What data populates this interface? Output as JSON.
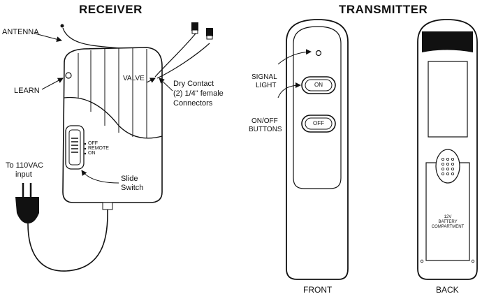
{
  "receiver": {
    "heading": "RECEIVER",
    "labels": {
      "antenna": "ANTENNA",
      "learn": "LEARN",
      "valve": "VALVE",
      "dry_contact_line1": "Dry Contact",
      "dry_contact_line2": "(2) 1/4\" female",
      "dry_contact_line3": "Connectors",
      "power_line1": "To 110VAC",
      "power_line2": "input",
      "slide_line1": "Slide",
      "slide_line2": "Switch",
      "switch_off": "OFF",
      "switch_remote": "REMOTE",
      "switch_on": "ON"
    }
  },
  "transmitter": {
    "heading": "TRANSMITTER",
    "labels": {
      "signal_line1": "SIGNAL",
      "signal_line2": "LIGHT",
      "buttons_line1": "ON/OFF",
      "buttons_line2": "BUTTONS",
      "on_button": "ON",
      "off_button": "OFF",
      "battery_line1": "12V",
      "battery_line2": "BATTERY",
      "battery_line3": "COMPARTMENT",
      "front": "FRONT",
      "back": "BACK"
    }
  }
}
